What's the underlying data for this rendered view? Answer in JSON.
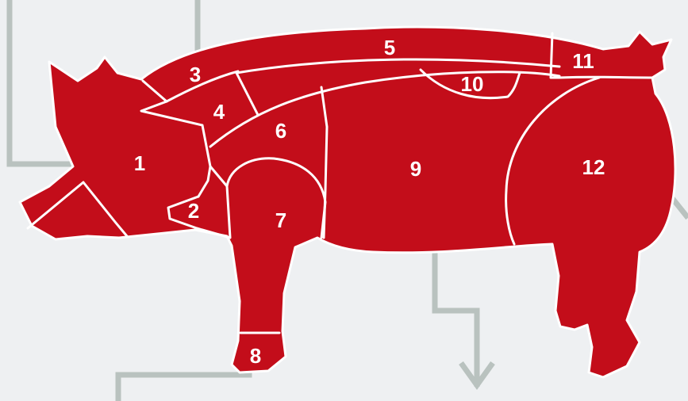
{
  "diagram": {
    "colors": {
      "background": "#eef0f2",
      "body": "#c30d1a",
      "cut_lines": "#ffffff",
      "leader_lines": "#b9c2bf",
      "label_text": "#ffffff"
    },
    "cuts": [
      {
        "id": 1,
        "label": "1"
      },
      {
        "id": 2,
        "label": "2"
      },
      {
        "id": 3,
        "label": "3"
      },
      {
        "id": 4,
        "label": "4"
      },
      {
        "id": 5,
        "label": "5"
      },
      {
        "id": 6,
        "label": "6"
      },
      {
        "id": 7,
        "label": "7"
      },
      {
        "id": 8,
        "label": "8"
      },
      {
        "id": 9,
        "label": "9"
      },
      {
        "id": 10,
        "label": "10"
      },
      {
        "id": 11,
        "label": "11"
      },
      {
        "id": 12,
        "label": "12"
      }
    ]
  }
}
